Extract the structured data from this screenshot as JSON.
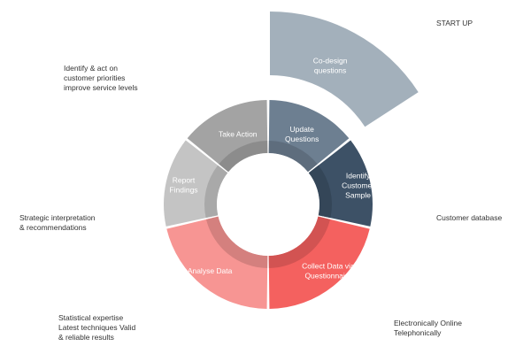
{
  "segments": {
    "co_design": [
      "Co-design",
      "questions"
    ],
    "update": [
      "Update",
      "Questions"
    ],
    "identify": [
      "Identify",
      "Customer",
      "Sample"
    ],
    "collect": [
      "Collect Data via",
      "Questionnaire"
    ],
    "analyse": [
      "Analyse Data"
    ],
    "report": [
      "Report",
      "Findings"
    ],
    "take_action": [
      "Take Action"
    ]
  },
  "annotations": {
    "start_up": [
      "START UP"
    ],
    "take_action": [
      "Identify & act on",
      "customer priorities",
      "improve service levels"
    ],
    "identify": [
      "Customer database"
    ],
    "report": [
      "Strategic interpretation",
      "& recommendations"
    ],
    "analyse": [
      "Statistical expertise",
      "Latest techniques Valid",
      "& reliable results"
    ],
    "collect": [
      "Electronically Online",
      "Telephonically"
    ]
  },
  "colors": {
    "co_design": "#a3b0bb",
    "update": "#6d7f91",
    "identify": "#3d5166",
    "collect": "#f4615f",
    "analyse": "#f79593",
    "report": "#c4c4c4",
    "take_action": "#a3a3a3"
  }
}
